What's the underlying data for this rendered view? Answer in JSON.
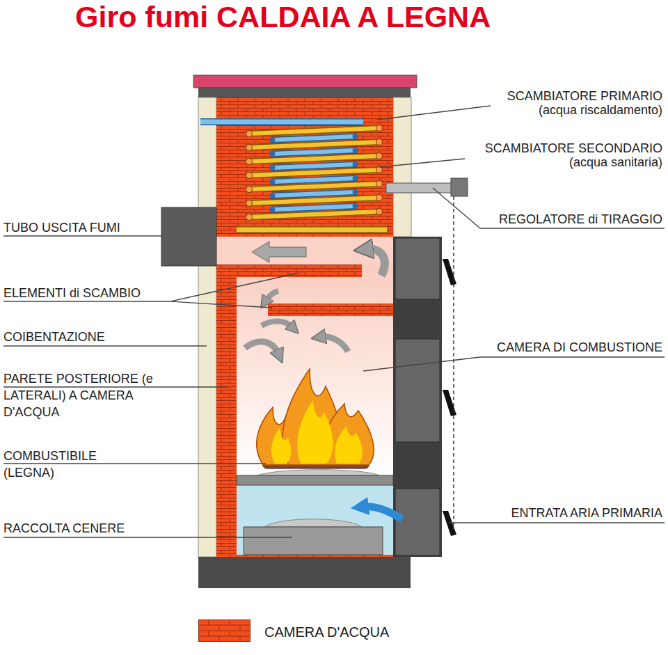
{
  "diagram": {
    "title": "Giro fumi CALDAIA A LEGNA",
    "labels": [
      "SCAMBIATORE PRIMARIO (acqua riscaldamento)",
      "SCAMBIATORE SECONDARIO (acqua sanitaria)",
      "TUBO USCITA FUMI",
      "REGOLATORE di TIRAGGIO",
      "ELEMENTI di SCAMBIO",
      "COIBENTAZIONE",
      "CAMERA DI COMBUSTIONE",
      "PARETE POSTERIORE (e LATERALI) A CAMERA D'ACQUA",
      "COMBUSTIBILE (LEGNA)",
      "ENTRATA ARIA PRIMARIA",
      "RACCOLTA CENERE"
    ],
    "legend": [
      {
        "text": "CAMERA D'ACQUA",
        "color": "#f04e1e"
      }
    ]
  }
}
